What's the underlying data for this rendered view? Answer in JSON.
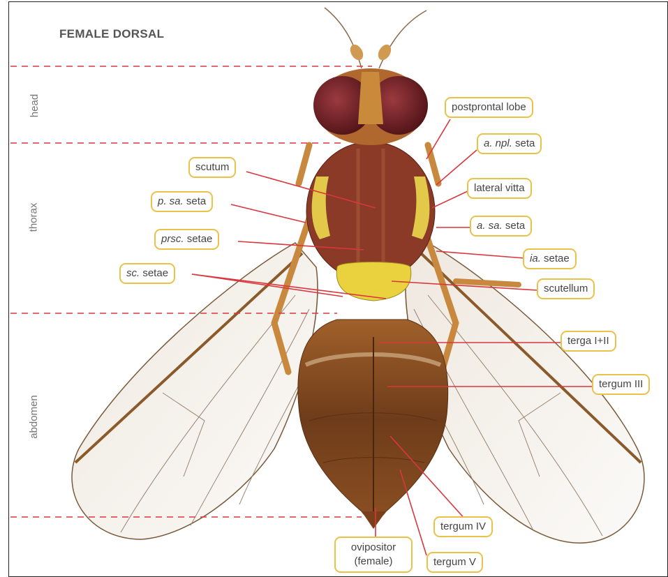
{
  "title": "FEMALE DORSAL",
  "regions": [
    "head",
    "thorax",
    "abdomen"
  ],
  "labels": {
    "postpronotal_lobe": "postprontal lobe",
    "a_npl_seta_italic": "a. npl.",
    "a_npl_seta_rest": "seta",
    "scutum": "scutum",
    "lateral_vitta": "lateral vitta",
    "p_sa_seta_italic": "p. sa.",
    "p_sa_seta_rest": "seta",
    "a_sa_seta_italic": "a. sa.",
    "a_sa_seta_rest": "seta",
    "prsc_setae_italic": "prsc.",
    "prsc_setae_rest": "setae",
    "ia_setae_italic": "ia.",
    "ia_setae_rest": "setae",
    "sc_setae_italic": "sc.",
    "sc_setae_rest": "setae",
    "scutellum": "scutellum",
    "terga_1_2": "terga I+II",
    "tergum_3": "tergum III",
    "tergum_4": "tergum IV",
    "tergum_5": "tergum V",
    "ovipositor": "ovipositor (female)"
  },
  "colors": {
    "label_border": "#e9c24a",
    "leader_line": "#d9363e",
    "divider": "#d9363e",
    "region_text": "#777777"
  }
}
